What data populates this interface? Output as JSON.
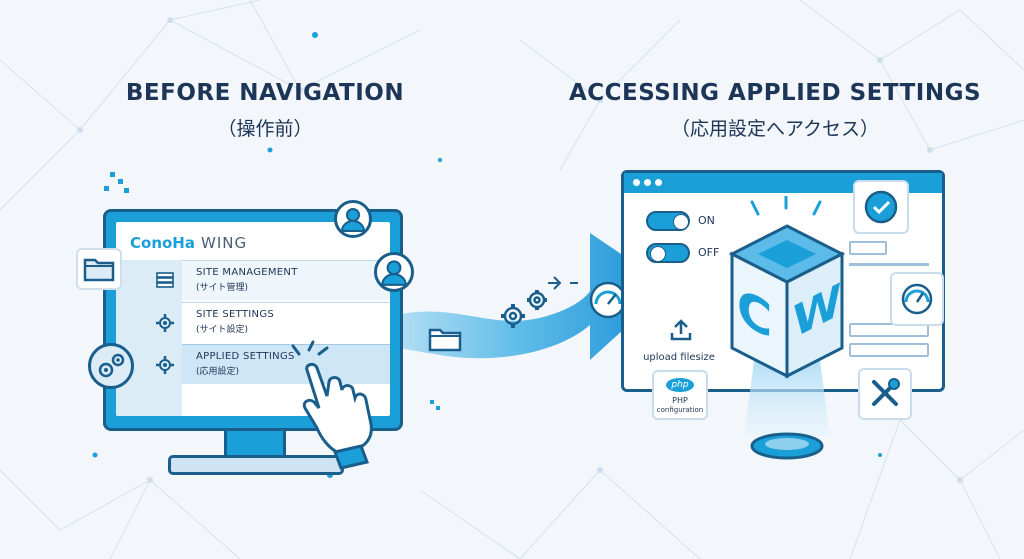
{
  "headings": {
    "before_title": "BEFORE NAVIGATION",
    "before_subtitle": "（操作前）",
    "after_title": "ACCESSING APPLIED SETTINGS",
    "after_subtitle": "（応用設定へアクセス）"
  },
  "monitor": {
    "brand": "ConoHa",
    "brand_suffix": "WING",
    "menu": [
      {
        "label": "SITE MANAGEMENT",
        "sub": "(サイト管理)",
        "icon": "server-icon"
      },
      {
        "label": "SITE SETTINGS",
        "sub": "(サイト設定)",
        "icon": "gear-icon"
      },
      {
        "label": "APPLIED SETTINGS",
        "sub": "(応用設定)",
        "icon": "gear-icon"
      }
    ]
  },
  "settings_panel": {
    "toggle_on": "ON",
    "toggle_off": "OFF",
    "upload_label": "upload filesize",
    "php_badge": "php",
    "php_label_1": "PHP",
    "php_label_2": "configuration",
    "cube_letters": [
      "C",
      "W"
    ]
  },
  "colors": {
    "accent": "#1a9fd9",
    "dark": "#1a5e8c",
    "text": "#1d3557",
    "background": "#f3f7fb"
  }
}
